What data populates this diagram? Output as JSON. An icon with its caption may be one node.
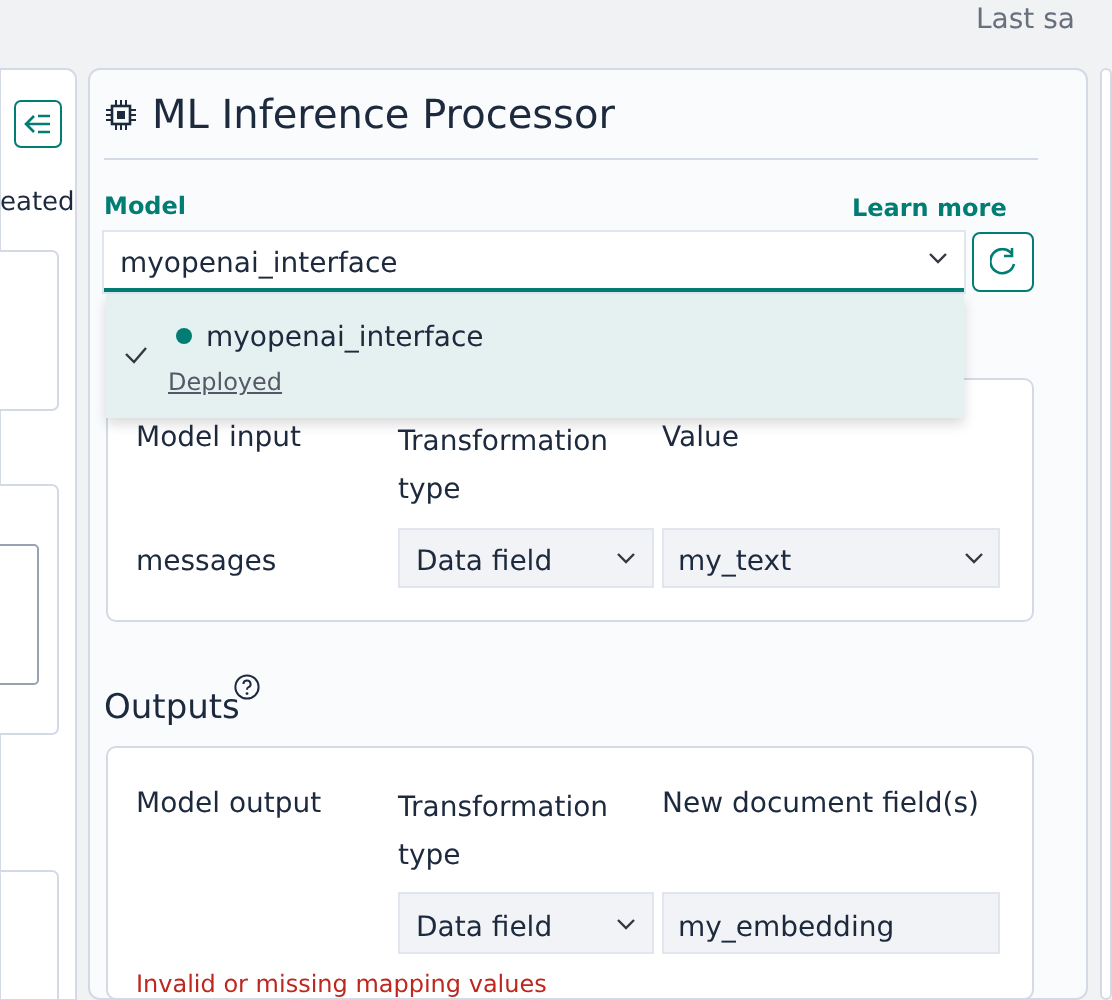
{
  "diagram": {
    "labels": [
      "Last sa",
      "ML Inference Processor",
      "eated",
      "Model",
      "Learn more",
      "myopenai_interface",
      "myopenai_interface",
      "Deployed",
      "Model input",
      "Transformation type",
      "Value",
      "messages",
      "Data field",
      "my_text",
      "Outputs",
      "Model output",
      "Transformation type",
      "New document field(s)",
      "Data field",
      "my_embedding",
      "Invalid or missing mapping values"
    ]
  }
}
